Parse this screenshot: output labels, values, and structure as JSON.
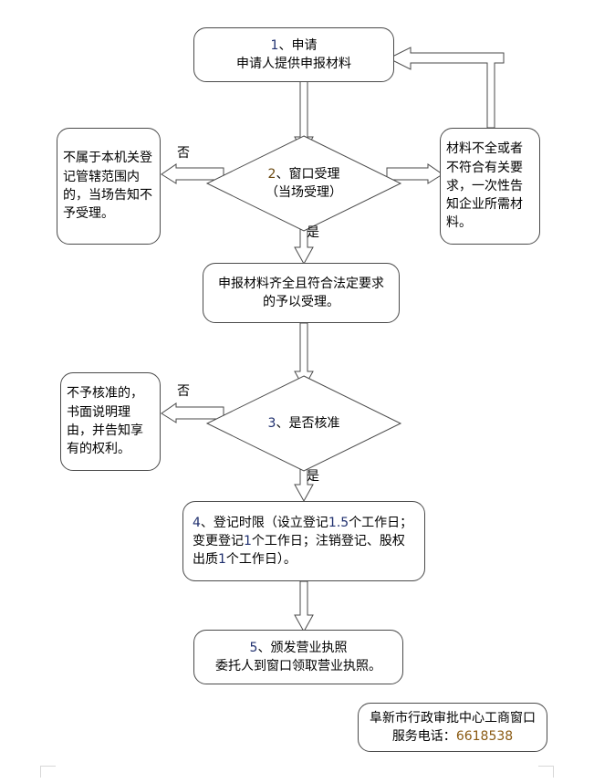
{
  "document": {
    "title": "工商登记办理流程图",
    "language": "zh-CN"
  },
  "colors": {
    "shape_stroke": "#4a4a4a",
    "shape_fill": "#ffffff",
    "text": "#000000",
    "number_blue": "#1f2f6e",
    "number_brown": "#6b4a12",
    "background": "#ffffff"
  },
  "nodes": {
    "step1": {
      "name": "申请",
      "line1_num": "1",
      "line1": "、申请",
      "line2": "申请人提供申报材料",
      "shape": "rounded-rect"
    },
    "decision2": {
      "line1_num": "2",
      "line1": "、窗口受理",
      "line2": "（当场受理）",
      "shape": "diamond"
    },
    "reject_left_1": {
      "text": "不属于本机关登记管辖范围内的，当场告知不予受理。",
      "shape": "rounded-rect"
    },
    "reject_right_1": {
      "text": "材料不全或者不符合有关要求，一次性告知企业所需材料。",
      "shape": "rounded-rect"
    },
    "accept": {
      "line1": "申报材料齐全且符合法定要求",
      "line2": "的予以受理。",
      "shape": "rounded-rect"
    },
    "decision3": {
      "line1_num": "3",
      "line1": "、是否核准",
      "shape": "diamond"
    },
    "reject_left_2": {
      "text": "不予核准的，书面说明理由，并告知享有的权利。",
      "shape": "rounded-rect"
    },
    "step4": {
      "num": "4",
      "seg_a": "、登记时限（设立登记",
      "num_b": "1.5",
      "seg_b": "个工作日；变更登记",
      "num_c": "1",
      "seg_c": "个工作日；注销登记、股权出质",
      "num_d": "1",
      "seg_d": "个工作日）。",
      "shape": "rounded-rect"
    },
    "step5": {
      "line1_num": "5",
      "line1": "、颁发营业执照",
      "line2": "委托人到窗口领取营业执照。",
      "shape": "rounded-rect"
    },
    "footer": {
      "line1": "阜新市行政审批中心工商窗口",
      "line2_label": "服务电话：",
      "line2_number": "6618538",
      "shape": "rounded-rect"
    }
  },
  "edges": [
    {
      "id": "e1",
      "from": "step1",
      "to": "decision2",
      "label": "",
      "style": "block-arrow-down"
    },
    {
      "id": "e2",
      "from": "decision2",
      "to": "reject_left_1",
      "label": "否",
      "style": "block-arrow-left"
    },
    {
      "id": "e3",
      "from": "decision2",
      "to": "reject_right_1",
      "label": "",
      "style": "block-arrow-right"
    },
    {
      "id": "e4",
      "from": "reject_right_1",
      "to": "step1",
      "label": "",
      "style": "block-arrow-elbow-up-left"
    },
    {
      "id": "e5",
      "from": "decision2",
      "to": "accept",
      "label": "是",
      "style": "block-arrow-down"
    },
    {
      "id": "e6",
      "from": "accept",
      "to": "decision3",
      "label": "",
      "style": "block-arrow-down"
    },
    {
      "id": "e7",
      "from": "decision3",
      "to": "reject_left_2",
      "label": "否",
      "style": "block-arrow-left"
    },
    {
      "id": "e8",
      "from": "decision3",
      "to": "step4",
      "label": "是",
      "style": "block-arrow-down"
    },
    {
      "id": "e9",
      "from": "step4",
      "to": "step5",
      "label": "",
      "style": "block-arrow-down"
    }
  ],
  "edge_labels": {
    "no_1": "否",
    "yes_1": "是",
    "no_2": "否",
    "yes_2": "是"
  }
}
